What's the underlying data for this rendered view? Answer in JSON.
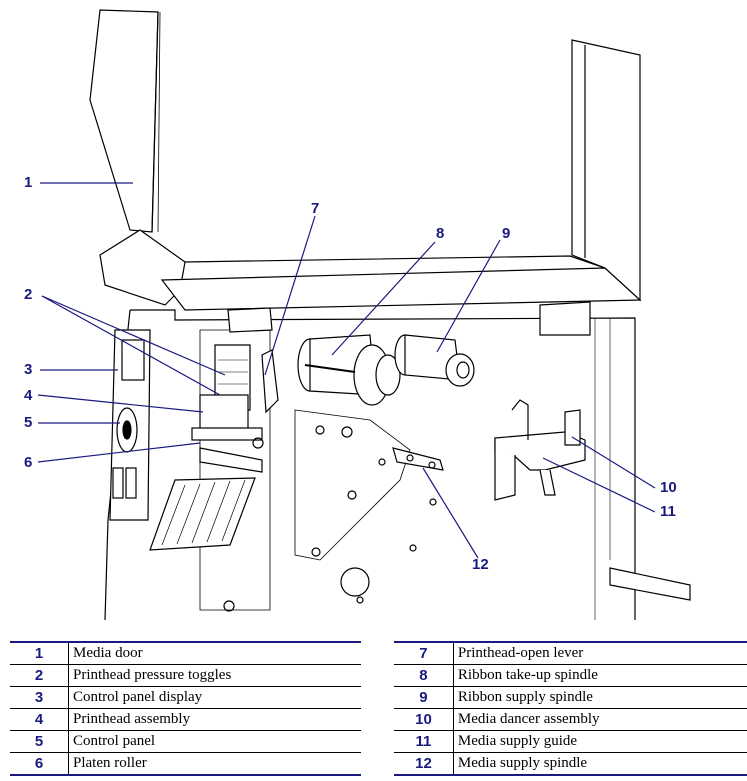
{
  "callouts": [
    {
      "num": "1",
      "label": "Media door"
    },
    {
      "num": "2",
      "label": "Printhead pressure toggles"
    },
    {
      "num": "3",
      "label": "Control panel display"
    },
    {
      "num": "4",
      "label": "Printhead assembly"
    },
    {
      "num": "5",
      "label": "Control panel"
    },
    {
      "num": "6",
      "label": "Platen roller"
    },
    {
      "num": "7",
      "label": "Printhead-open lever"
    },
    {
      "num": "8",
      "label": "Ribbon take-up spindle"
    },
    {
      "num": "9",
      "label": "Ribbon supply spindle"
    },
    {
      "num": "10",
      "label": "Media dancer assembly"
    },
    {
      "num": "11",
      "label": "Media supply guide"
    },
    {
      "num": "12",
      "label": "Media supply spindle"
    }
  ],
  "colors": {
    "callout": "#1a1a80",
    "line_art": "#000000"
  }
}
